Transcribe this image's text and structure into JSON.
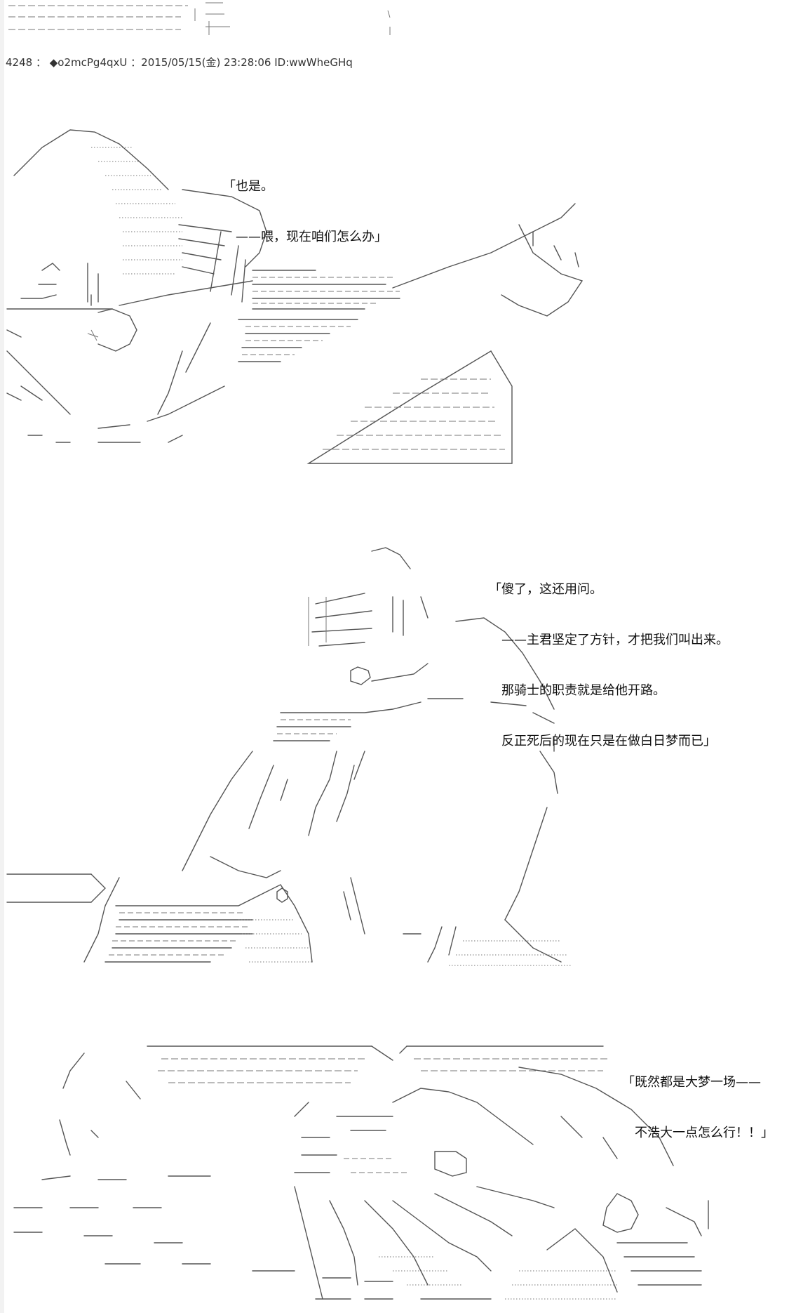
{
  "post": {
    "number": "4248",
    "separator": "：",
    "trip": "◆o2mcPg4qxU",
    "datetime": "：2015/05/15(金) 23:28:06",
    "id": "ID:wwWheGHq"
  },
  "panels": [
    {
      "dialogue": [
        "「也是。",
        "　——喂，现在咱们怎么办」"
      ]
    },
    {
      "dialogue": [
        "「傻了，这还用问。",
        "　——主君坚定了方针，才把我们叫出来。",
        "　那骑士的职责就是给他开路。",
        "　反正死后的现在只是在做白日梦而已」"
      ]
    },
    {
      "dialogue": [
        "「既然都是大梦一场——",
        "　不浩大一点怎么行！！」"
      ]
    }
  ]
}
